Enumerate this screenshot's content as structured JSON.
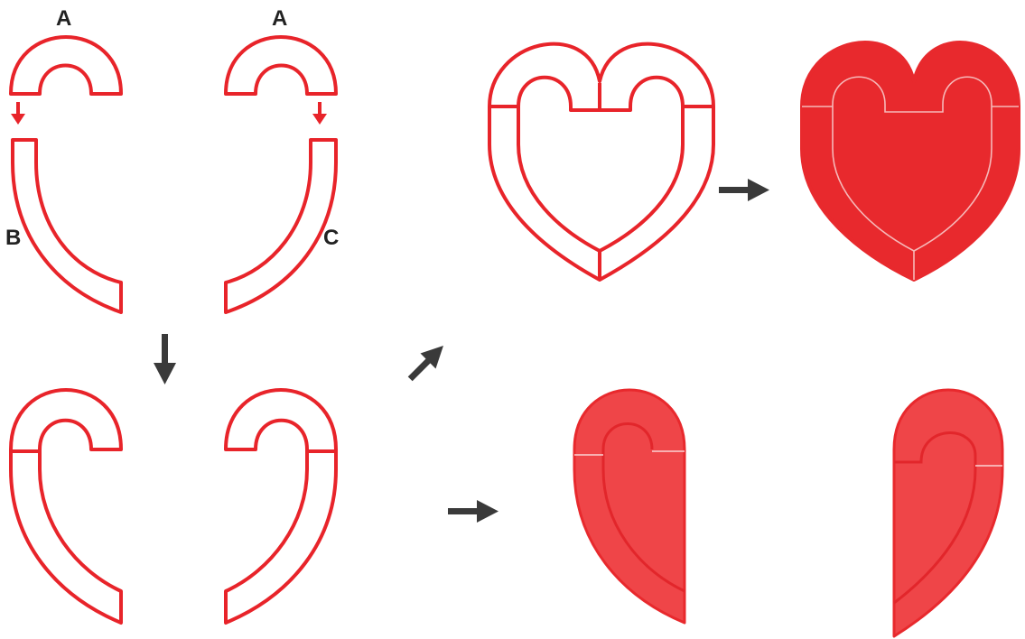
{
  "labels": {
    "top_left_piece": "A",
    "top_right_piece": "A",
    "left_lower_piece": "B",
    "right_lower_piece": "C"
  },
  "colors": {
    "outline": "#e8242a",
    "solid_fill": "#e8292d",
    "half_fill": "#ef4548",
    "arrow_gray": "#3a3a3a"
  },
  "icons": {
    "down_arrows": "red-down-arrow",
    "step_arrows": "gray-arrow"
  }
}
